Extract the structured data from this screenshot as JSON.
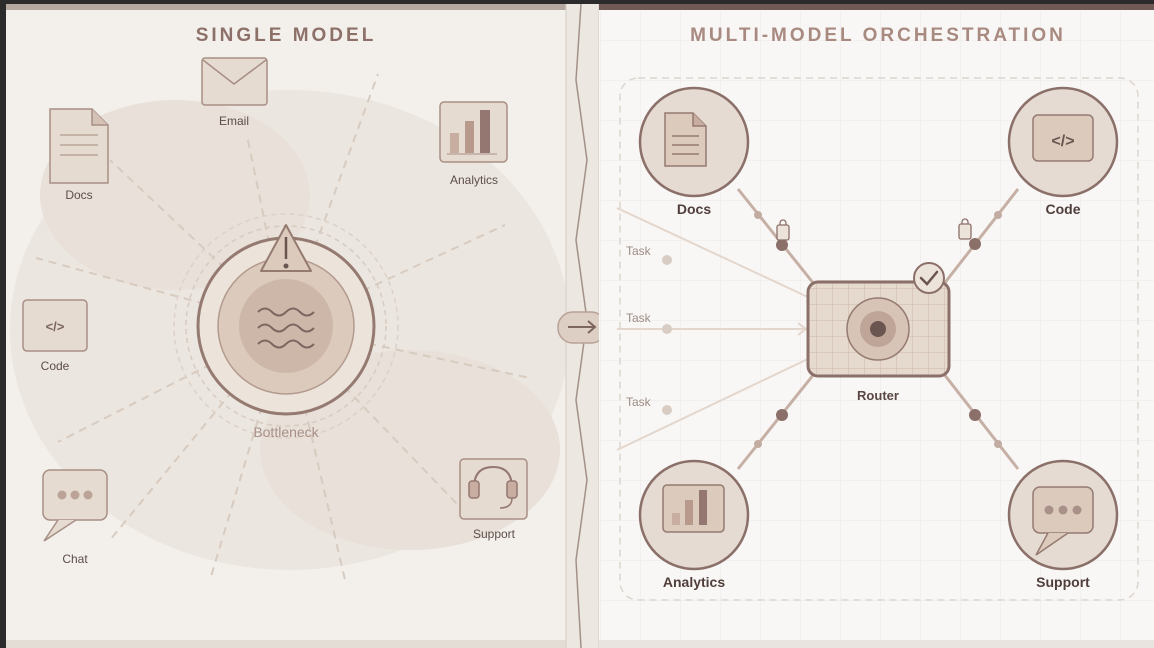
{
  "left": {
    "title": "SINGLE MODEL",
    "center_label": "Bottleneck",
    "nodes": {
      "email": "Email",
      "docs": "Docs",
      "analytics": "Analytics",
      "code": "Code",
      "chat": "Chat",
      "support": "Support"
    }
  },
  "right": {
    "title": "MULTI-MODEL ORCHESTRATION",
    "router_label": "Router",
    "task_labels": [
      "Task",
      "Task",
      "Task"
    ],
    "nodes": {
      "docs": "Docs",
      "code": "Code",
      "analytics": "Analytics",
      "support": "Support"
    }
  },
  "icons": {
    "code_glyph": "</>"
  },
  "colors": {
    "brown": "#8f7167",
    "tan": "#e8ddd3",
    "dark": "#6a5550"
  }
}
